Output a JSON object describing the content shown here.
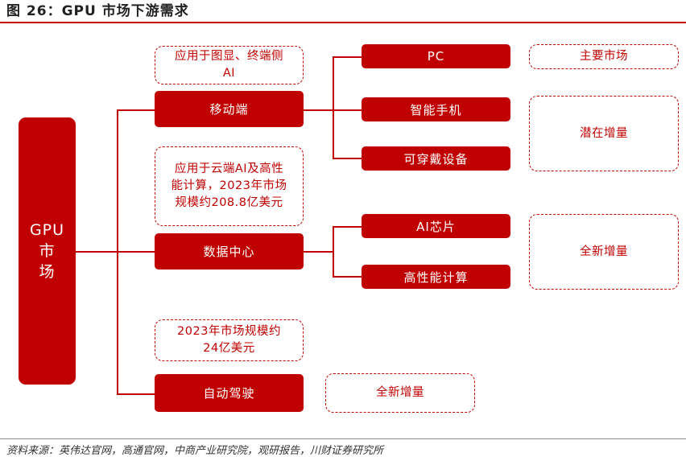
{
  "title": "图 26：GPU 市场下游需求",
  "source": "资料来源：英伟达官网，高通官网，中商产业研究院，观研报告，川财证券研究所",
  "root": {
    "lines": [
      "GPU",
      "市",
      "场"
    ]
  },
  "branches": {
    "mobile": "移动端",
    "datacenter": "数据中心",
    "autonomous": "自动驾驶"
  },
  "notes": {
    "mobile": "应用于图显、终端侧AI",
    "datacenter": "应用于云端AI及高性能计算，2023年市场规模约208.8亿美元",
    "autonomous": "2023年市场规模约24亿美元"
  },
  "leaves": {
    "pc": "PC",
    "smartphone": "智能手机",
    "wearable": "可穿戴设备",
    "ai_chip": "AI芯片",
    "hpc": "高性能计算"
  },
  "tags": {
    "main_market": "主要市场",
    "potential": "潜在增量",
    "new_dc": "全新增量",
    "new_auto": "全新增量"
  }
}
